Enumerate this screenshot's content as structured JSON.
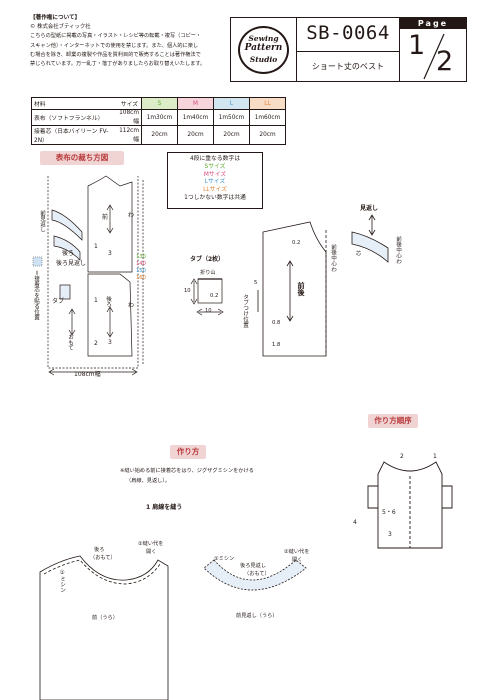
{
  "copyright": {
    "heading": "【著作権について】",
    "company": "© 株式会社ブティック社",
    "lines": [
      "こちらの型紙に掲載の写真・イラスト・レシピ等の転載・複写（コピー・",
      "スキャン他）・インターネットでの使用を禁じます。また、個人的に楽し",
      "む場合を除き、卸業の複製や作品を質利目的で販売することは著作権法で",
      "禁じられています。万一乱丁・落丁がありましたらお取り替えいたします。"
    ]
  },
  "logo": {
    "line1": "Sewing",
    "line2": "Pattern",
    "line3": "Studio"
  },
  "header": {
    "code": "SB-0064",
    "subtitle": "ショート丈のベスト",
    "page_label": "Page",
    "page_current": "1",
    "page_total": "2"
  },
  "size_table": {
    "header_material": "材料",
    "header_size": "サイズ",
    "sizes": [
      "S",
      "M",
      "L",
      "LL"
    ],
    "rows": [
      {
        "name": "表布（ソフトフランネル）",
        "width": "108cm幅",
        "values": [
          "1m30cm",
          "1m40cm",
          "1m50cm",
          "1m60cm"
        ]
      },
      {
        "name": "接着芯（日本バイリーン FV-2N）",
        "width": "112cm幅",
        "values": [
          "20cm",
          "20cm",
          "20cm",
          "20cm"
        ]
      }
    ]
  },
  "cutting": {
    "title": "表布の裁ち方図",
    "mimikaeshi": "前見返し",
    "front": "前",
    "back": "後ろ",
    "back_facing": "後ろ見返し",
    "tab": "タブ",
    "wa": "わ",
    "kumite": "おもて",
    "interfacing_note": "＝接着芯を貼る位置",
    "fabric_width": "108cm幅",
    "sizes": [
      "130",
      "140",
      "150",
      "160"
    ],
    "nums": [
      "1",
      "3",
      "1",
      "3",
      "2"
    ]
  },
  "size_note": {
    "line1": "4段に重なる数字は",
    "s": "Sサイズ",
    "m": "Mサイズ",
    "l": "Lサイズ",
    "ll": "LLサイズ",
    "last": "1つしかない数字は共通"
  },
  "tab_piece": {
    "title": "タブ（2枚）",
    "fold": "折り山",
    "h": "10",
    "w": "10",
    "seam": "0.2",
    "position": "タブつけ位置"
  },
  "bodice": {
    "label": "前後",
    "center_front": "前後中心わ",
    "v1": "0.2",
    "v2": "5",
    "v3": "0.8",
    "v4": "1.8"
  },
  "facing": {
    "title": "見返し",
    "center": "前後中心わ",
    "sub": "芯"
  },
  "howto": {
    "order_title": "作り方順序",
    "title": "作り方",
    "note1": "※縫い始める前に接着芯をはり、ジグザグミシンをかける",
    "note2": "（肩線、見返し）。",
    "step1": "1  肩線を縫う",
    "back_label": "後ろ",
    "back_sub": "（おもて）",
    "sew_open": "②縫い代を",
    "sew_open2": "開く",
    "machine": "①ミシン",
    "front_back": "前（うら）",
    "back_facing": "後ろ見返し",
    "back_facing_sub": "（おもて）",
    "front_facing": "前見返し（うら）",
    "order_nums": [
      "2",
      "1",
      "5・6",
      "3",
      "4"
    ]
  }
}
